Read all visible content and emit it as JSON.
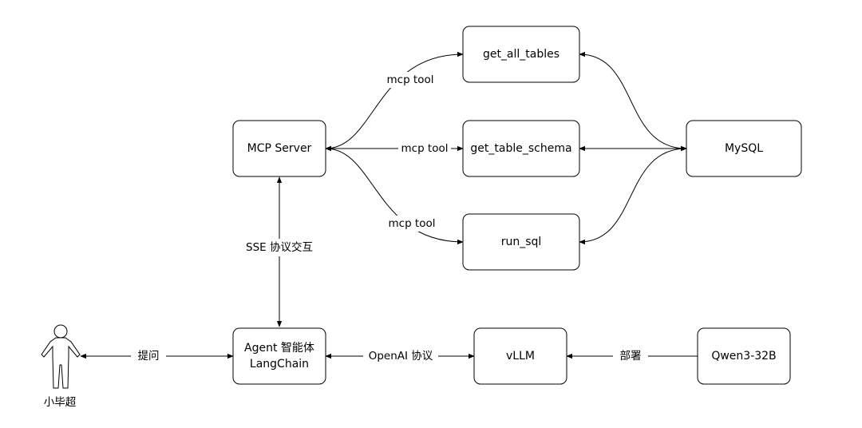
{
  "nodes": {
    "get_all_tables": "get_all_tables",
    "get_table_schema": "get_table_schema",
    "run_sql": "run_sql",
    "mcp_server": "MCP Server",
    "mysql": "MySQL",
    "agent_line1": "Agent 智能体",
    "agent_line2": "LangChain",
    "vllm": "vLLM",
    "qwen": "Qwen3-32B"
  },
  "actor": {
    "label": "小毕超",
    "icon": "person-icon"
  },
  "edges": {
    "mcp_tool_top": "mcp tool",
    "mcp_tool_mid": "mcp tool",
    "mcp_tool_bottom": "mcp tool",
    "sse": "SSE 协议交互",
    "ask": "提问",
    "openai": "OpenAI 协议",
    "deploy": "部署"
  },
  "colors": {
    "stroke": "#000000",
    "fill": "#ffffff",
    "text": "#000000"
  }
}
